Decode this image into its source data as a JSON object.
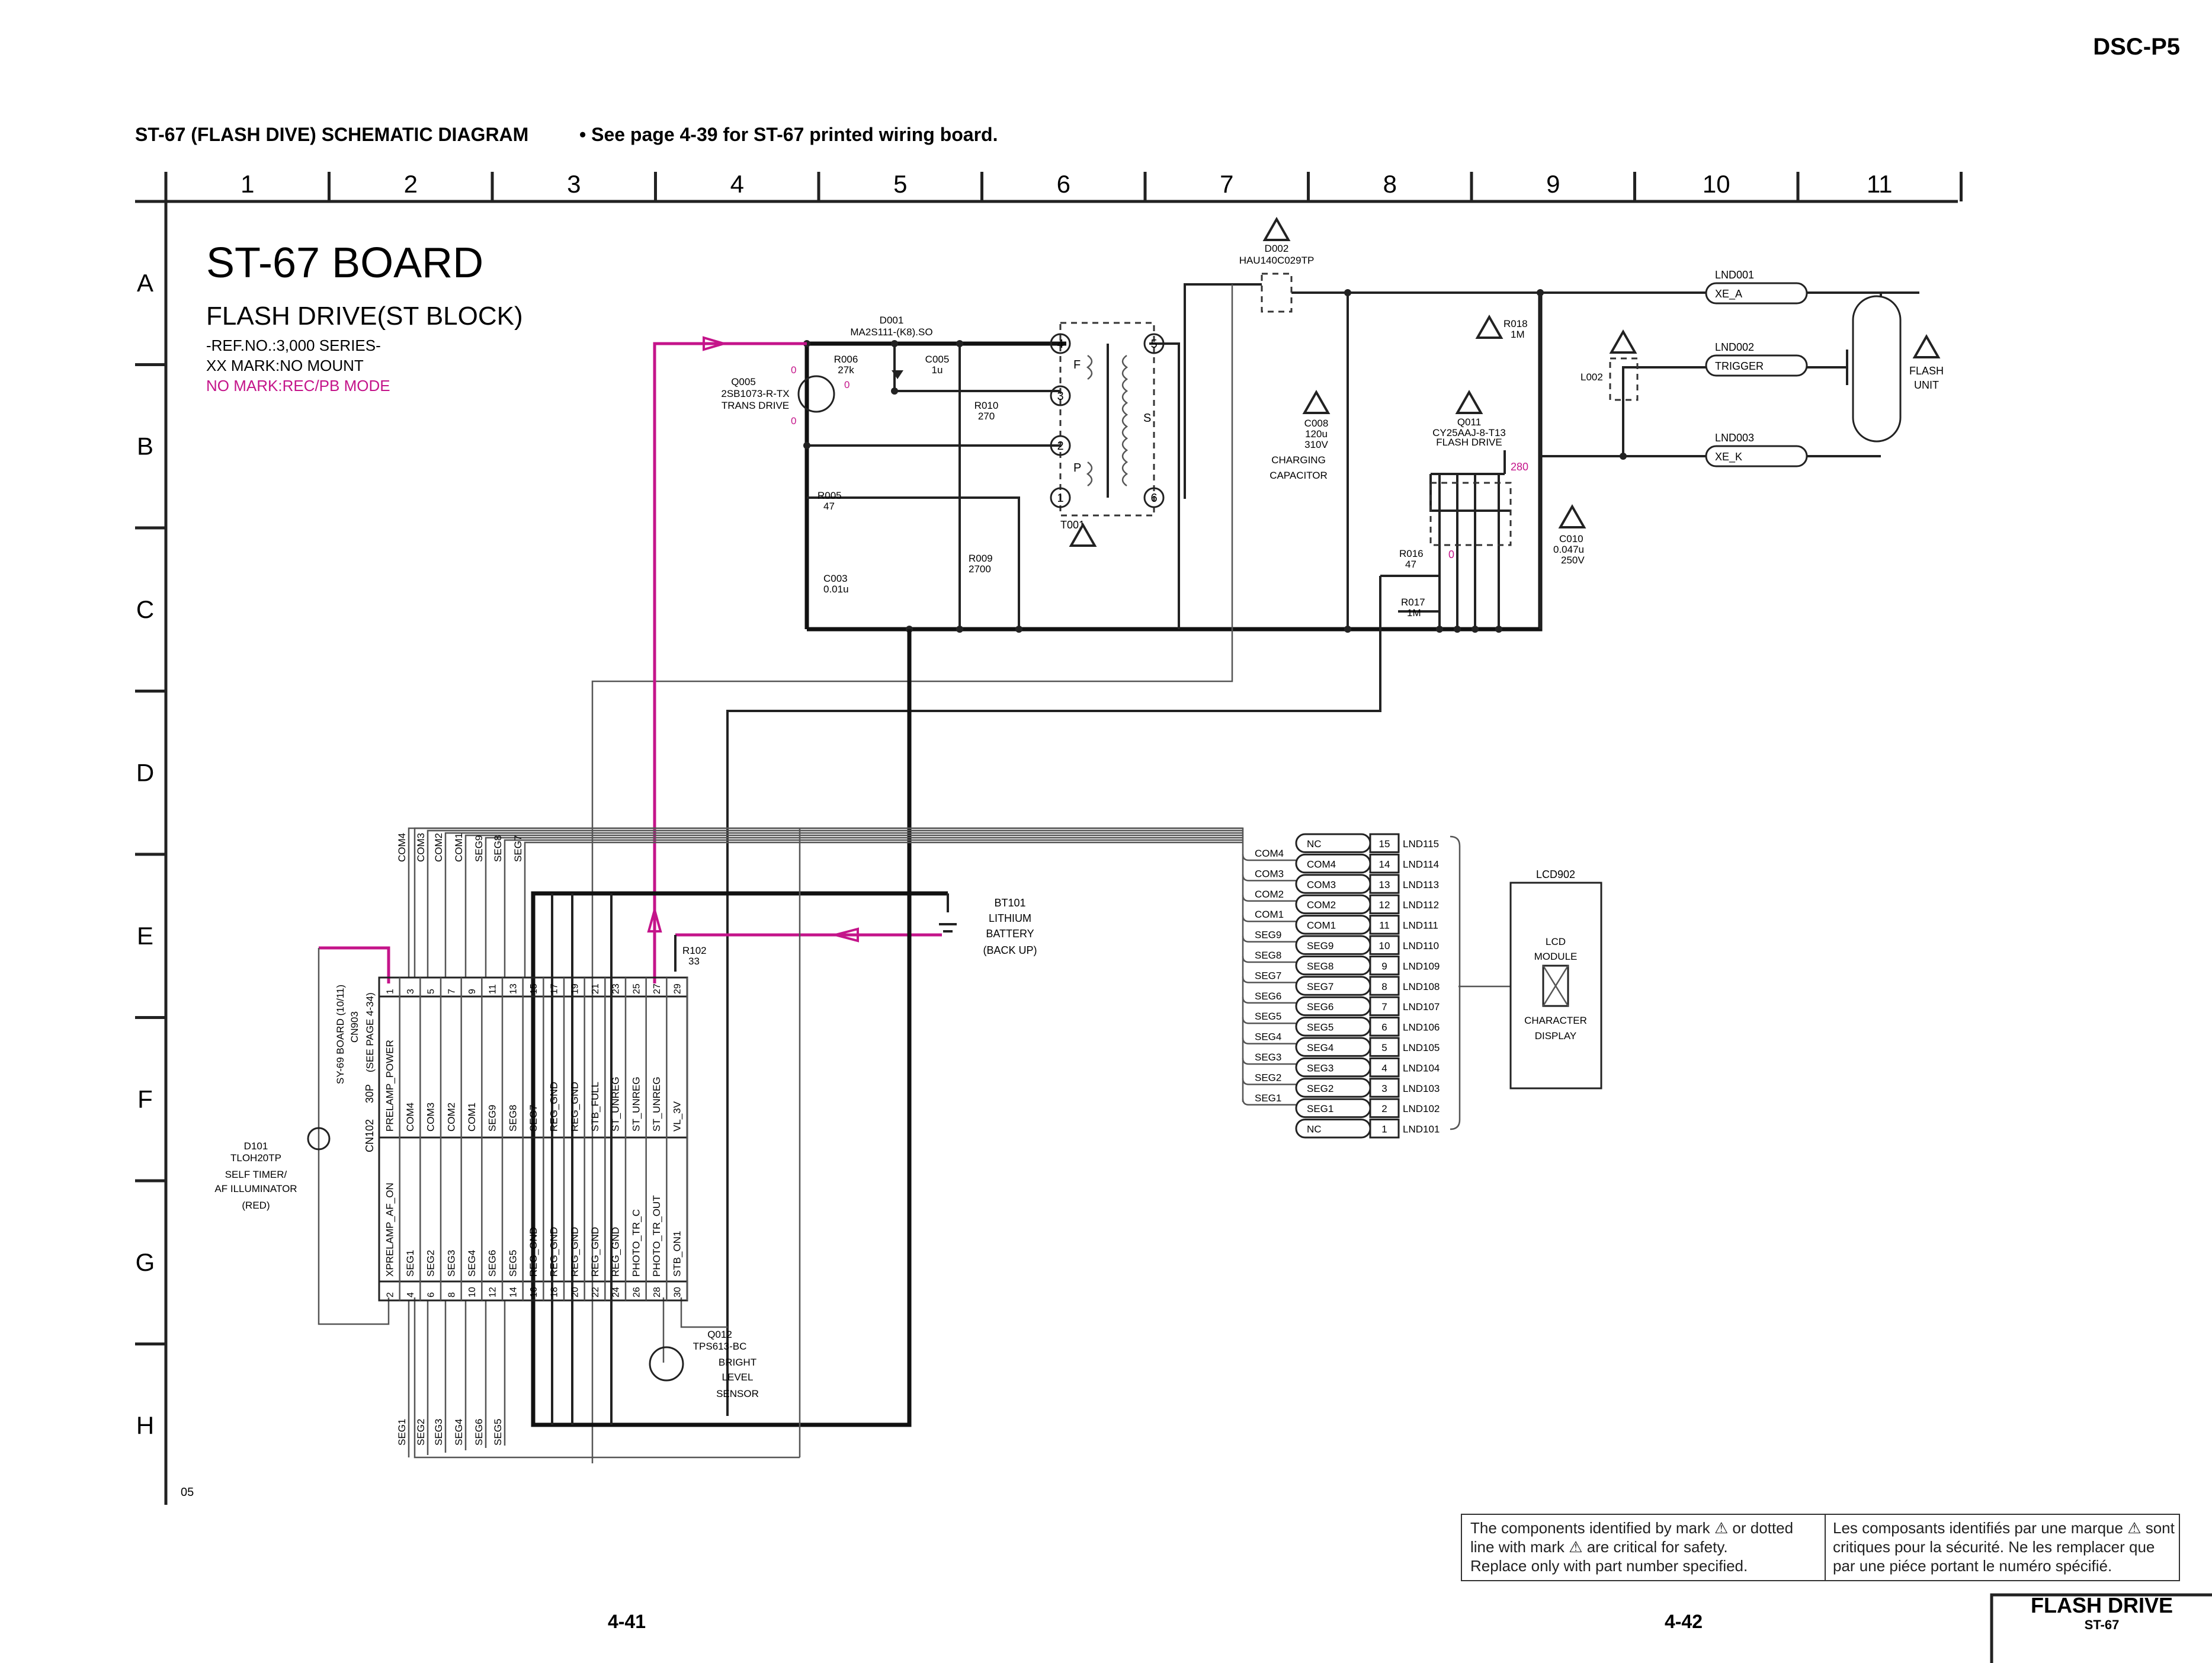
{
  "header": {
    "model": "DSC-P5",
    "title": "ST-67 (FLASH  DIVE)  SCHEMATIC  DIAGRAM",
    "see_page": "• See page 4-39 for  ST-67 printed wiring board."
  },
  "grid": {
    "columns": [
      "1",
      "2",
      "3",
      "4",
      "5",
      "6",
      "7",
      "8",
      "9",
      "10",
      "11"
    ],
    "rows": [
      "A",
      "B",
      "C",
      "D",
      "E",
      "F",
      "G",
      "H"
    ],
    "corner_code": "05"
  },
  "board": {
    "name": "ST-67 BOARD",
    "block": "FLASH DRIVE(ST BLOCK)",
    "ref_no": "-REF.NO.:3,000 SERIES-",
    "xx_mark": "XX MARK:NO MOUNT",
    "no_mark": "NO MARK:REC/PB MODE"
  },
  "components": {
    "d002": {
      "ref": "D002",
      "part": "HAU140C029TP"
    },
    "d001": {
      "ref": "D001",
      "part": "MA2S111-(K8).SO"
    },
    "r006": {
      "ref": "R006",
      "value": "27k"
    },
    "c005": {
      "ref": "C005",
      "value": "1u"
    },
    "q005": {
      "ref": "Q005",
      "part": "2SB1073-R-TX",
      "desc": "TRANS DRIVE"
    },
    "r010": {
      "ref": "R010",
      "value": "270"
    },
    "r005": {
      "ref": "R005",
      "value": "47"
    },
    "c003": {
      "ref": "C003",
      "value": "0.01u"
    },
    "r009": {
      "ref": "R009",
      "value": "2700"
    },
    "t001": {
      "ref": "T001",
      "f": "F",
      "p": "P",
      "s": "S",
      "pins": [
        "4",
        "3",
        "2",
        "1",
        "5",
        "6"
      ]
    },
    "c008": {
      "ref": "C008",
      "value": "120u",
      "voltage": "310V",
      "desc1": "CHARGING",
      "desc2": "CAPACITOR"
    },
    "q011": {
      "ref": "Q011",
      "part": "CY25AAJ-8-T13",
      "desc": "FLASH DRIVE",
      "v1": "280",
      "v0": "0"
    },
    "r018": {
      "ref": "R018",
      "value": "1M"
    },
    "l002": {
      "ref": "L002"
    },
    "r016": {
      "ref": "R016",
      "value": "47"
    },
    "r017": {
      "ref": "R017",
      "value": "1M"
    },
    "c010": {
      "ref": "C010",
      "value": "0.047u",
      "voltage": "250V"
    },
    "lnd001": {
      "ref": "LND001",
      "label": "XE_A"
    },
    "lnd002": {
      "ref": "LND002",
      "label": "TRIGGER"
    },
    "lnd003": {
      "ref": "LND003",
      "label": "XE_K"
    },
    "flash_unit": {
      "line1": "FLASH",
      "line2": "UNIT"
    },
    "bt101": {
      "ref": "BT101",
      "line1": "LITHIUM",
      "line2": "BATTERY",
      "line3": "(BACK UP)"
    },
    "r102": {
      "ref": "R102",
      "value": "33"
    },
    "d101": {
      "ref": "D101",
      "part": "TLOH20TP",
      "line1": "SELF TIMER/",
      "line2": "AF ILLUMINATOR",
      "line3": "(RED)"
    },
    "q012": {
      "ref": "Q012",
      "part": "TPS613-BC",
      "line1": "BRIGHT",
      "line2": "LEVEL",
      "line3": "SENSOR"
    },
    "lcd902": {
      "ref": "LCD902",
      "line1": "LCD",
      "line2": "MODULE",
      "line3": "CHARACTER",
      "line4": "DISPLAY"
    },
    "q005_v": [
      "0",
      "0",
      "0"
    ]
  },
  "cn102": {
    "ref": "CN102",
    "size": "30P",
    "board_ref": "SY-69 BOARD (10/11)",
    "cn_ref": "CN903",
    "see_page": "(SEE PAGE 4-34)",
    "top_pins": [
      "1",
      "3",
      "5",
      "7",
      "9",
      "11",
      "13",
      "15",
      "17",
      "19",
      "21",
      "23",
      "25",
      "27",
      "29"
    ],
    "top_signals": [
      "PRELAMP_POWER",
      "COM4",
      "COM3",
      "COM2",
      "COM1",
      "SEG9",
      "SEG8",
      "SEG7",
      "REG_GND",
      "REG_GND",
      "STB_FULL",
      "ST_UNREG",
      "ST_UNREG",
      "ST_UNREG",
      "VL_3V"
    ],
    "bottom_pins": [
      "2",
      "4",
      "6",
      "8",
      "10",
      "12",
      "14",
      "16",
      "18",
      "20",
      "22",
      "24",
      "26",
      "28",
      "30"
    ],
    "bottom_signals": [
      "XPRELAMP_AF_ON",
      "SEG1",
      "SEG2",
      "SEG3",
      "SEG4",
      "SEG6",
      "SEG5",
      "REG_GND",
      "REG_GND",
      "REG_GND",
      "REG_GND",
      "REG_GND",
      "PHOTO_TR_C",
      "PHOTO_TR_OUT",
      "STB_ON1"
    ]
  },
  "bus_top_labels": [
    "COM4",
    "COM3",
    "COM2",
    "COM1",
    "SEG9",
    "SEG8",
    "SEG7"
  ],
  "bus_bottom_labels": [
    "SEG1",
    "SEG2",
    "SEG3",
    "SEG4",
    "SEG6",
    "SEG5"
  ],
  "lcd_connector": {
    "bus_labels": [
      "COM4",
      "COM3",
      "COM2",
      "COM1",
      "SEG9",
      "SEG8",
      "SEG7",
      "SEG6",
      "SEG5",
      "SEG4",
      "SEG3",
      "SEG2",
      "SEG1"
    ],
    "rows": [
      {
        "name": "NC",
        "pin": "15",
        "lnd": "LND115"
      },
      {
        "name": "COM4",
        "pin": "14",
        "lnd": "LND114"
      },
      {
        "name": "COM3",
        "pin": "13",
        "lnd": "LND113"
      },
      {
        "name": "COM2",
        "pin": "12",
        "lnd": "LND112"
      },
      {
        "name": "COM1",
        "pin": "11",
        "lnd": "LND111"
      },
      {
        "name": "SEG9",
        "pin": "10",
        "lnd": "LND110"
      },
      {
        "name": "SEG8",
        "pin": "9",
        "lnd": "LND109"
      },
      {
        "name": "SEG7",
        "pin": "8",
        "lnd": "LND108"
      },
      {
        "name": "SEG6",
        "pin": "7",
        "lnd": "LND107"
      },
      {
        "name": "SEG5",
        "pin": "6",
        "lnd": "LND106"
      },
      {
        "name": "SEG4",
        "pin": "5",
        "lnd": "LND105"
      },
      {
        "name": "SEG3",
        "pin": "4",
        "lnd": "LND104"
      },
      {
        "name": "SEG2",
        "pin": "3",
        "lnd": "LND103"
      },
      {
        "name": "SEG1",
        "pin": "2",
        "lnd": "LND102"
      },
      {
        "name": "NC",
        "pin": "1",
        "lnd": "LND101"
      }
    ]
  },
  "safety_note": {
    "en1": "The components identified by mark ⚠ or dotted",
    "en2": "line with mark ⚠ are critical for safety.",
    "en3": "Replace only with part number specified.",
    "fr1": "Les composants identifiés par une marque ⚠ sont",
    "fr2": "critiques pour la sécurité.    Ne les remplacer que",
    "fr3": "par une piéce portant le numéro spécifié."
  },
  "footer": {
    "page_left": "4-41",
    "page_right": "4-42",
    "section": "FLASH  DRIVE",
    "section_sub": "ST-67"
  },
  "colors": {
    "accent": "#c4148a",
    "line": "#222222"
  }
}
